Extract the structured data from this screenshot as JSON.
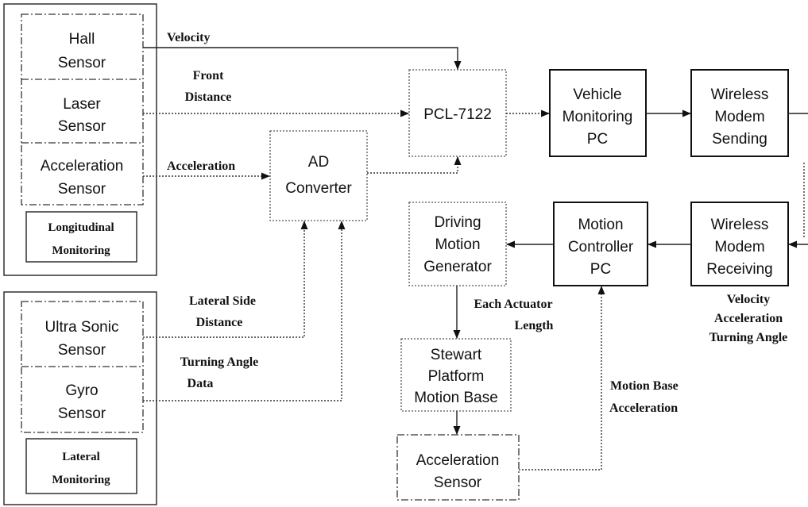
{
  "blocks": {
    "hall_sensor": [
      "Hall",
      "Sensor"
    ],
    "laser_sensor": [
      "Laser",
      "Sensor"
    ],
    "accel_sensor_top": [
      "Acceleration",
      "Sensor"
    ],
    "longitudinal": [
      "Longitudinal",
      "Monitoring"
    ],
    "ultrasonic": [
      "Ultra Sonic",
      "Sensor"
    ],
    "gyro": [
      "Gyro",
      "Sensor"
    ],
    "lateral": [
      "Lateral",
      "Monitoring"
    ],
    "pcl": [
      "PCL-7122"
    ],
    "vehicle_pc": [
      "Vehicle",
      "Monitoring",
      "PC"
    ],
    "modem_send": [
      "Wireless",
      "Modem",
      "Sending"
    ],
    "ad": [
      "AD",
      "Converter"
    ],
    "driving": [
      "Driving",
      "Motion",
      "Generator"
    ],
    "motion_pc": [
      "Motion",
      "Controller",
      "PC"
    ],
    "modem_recv": [
      "Wireless",
      "Modem",
      "Receiving"
    ],
    "stewart": [
      "Stewart",
      "Platform",
      "Motion Base"
    ],
    "accel_sensor_bottom": [
      "Acceleration",
      "Sensor"
    ]
  },
  "labels": {
    "velocity": [
      "Velocity"
    ],
    "front_distance": [
      "Front",
      "Distance"
    ],
    "acceleration": [
      "Acceleration"
    ],
    "lateral_side": [
      "Lateral Side",
      "Distance"
    ],
    "turning": [
      "Turning Angle",
      "Data"
    ],
    "recv_signals": [
      "Velocity",
      "Acceleration",
      "Turning Angle"
    ],
    "actuator": [
      "Each Actuator",
      "Length"
    ],
    "motion_base": [
      "Motion Base",
      "Acceleration"
    ]
  }
}
